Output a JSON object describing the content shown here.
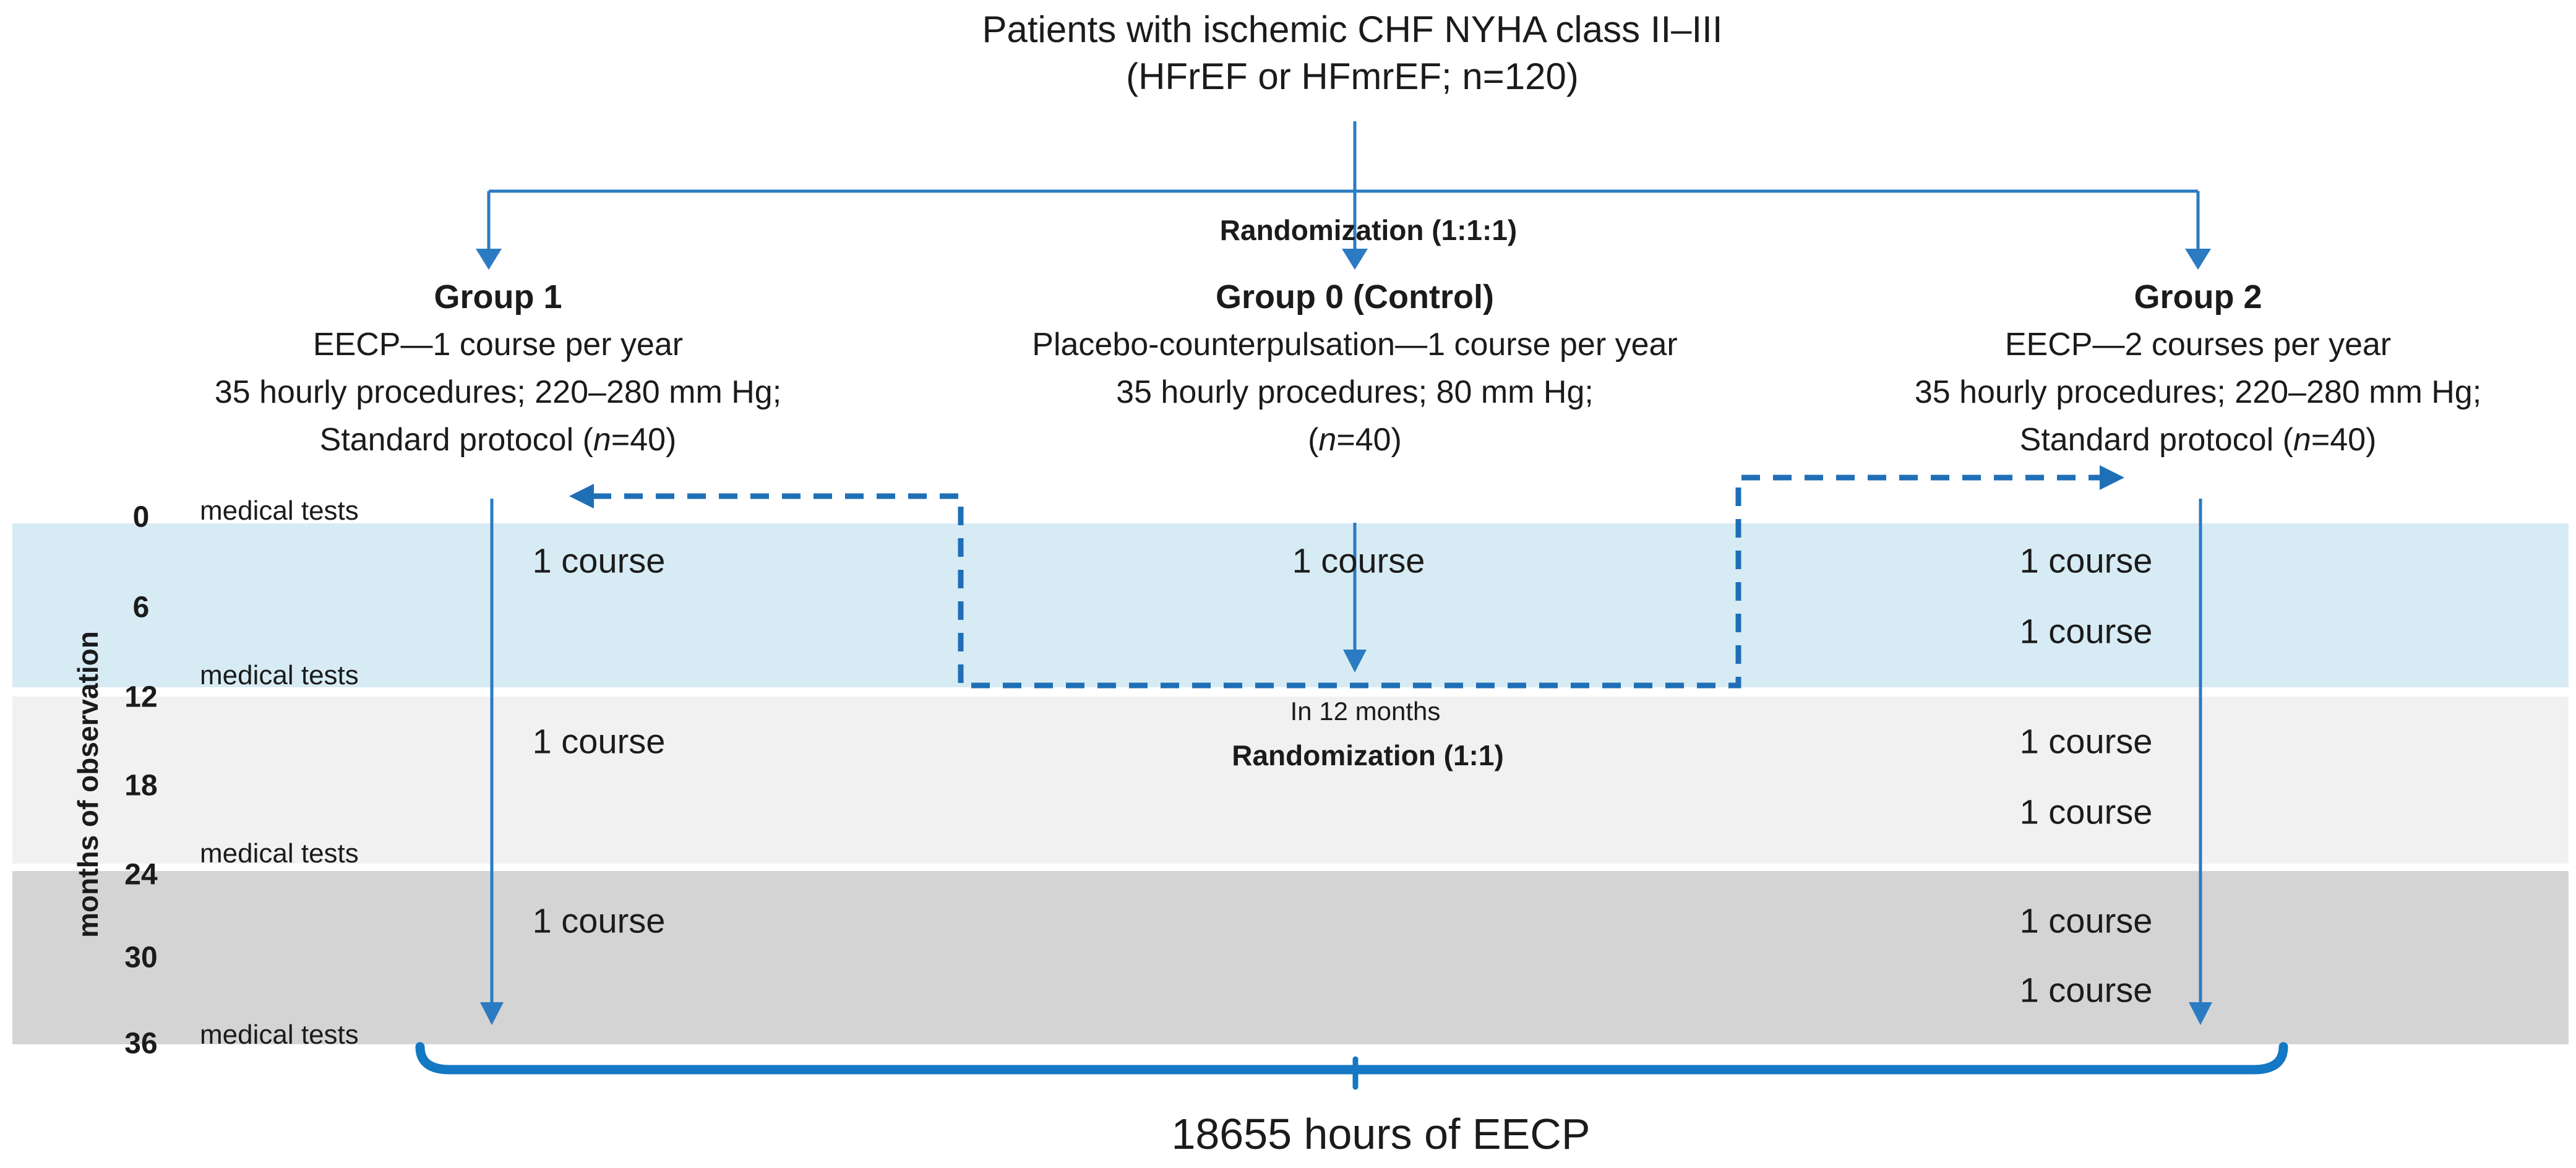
{
  "figure": {
    "title_line1": "Patients with ischemic CHF NYHA class II–III",
    "title_line2": "(HFrEF or HFmrEF; n=120)",
    "randomization_label": "Randomization (1:1:1)"
  },
  "groups": [
    {
      "header": "Group 1",
      "line1": "EECP—1 course per year",
      "line2": "35 hourly procedures; 220–280 mm Hg;",
      "line3_pre": "Standard protocol (",
      "line3_n": "n",
      "line3_post": "=40)"
    },
    {
      "header": "Group 0 (Control)",
      "line1": "Placebo-counterpulsation—1 course per year",
      "line2": "35 hourly procedures; 80 mm Hg;",
      "line3_pre": "(",
      "line3_n": "n",
      "line3_post": "=40)"
    },
    {
      "header": "Group 2",
      "line1": "EECP—2 courses per year",
      "line2": "35 hourly procedures; 220–280 mm Hg;",
      "line3_pre": "Standard protocol (",
      "line3_n": "n",
      "line3_post": "=40)"
    }
  ],
  "timeline": {
    "axis_label": "months of observation",
    "ticks": [
      "0",
      "6",
      "12",
      "18",
      "24",
      "30",
      "36"
    ],
    "medical_tests": [
      "medical tests",
      "medical tests",
      "medical tests",
      "medical tests"
    ]
  },
  "courses": {
    "group1": [
      "1 course",
      "1 course",
      "1 course"
    ],
    "group0": [
      "1 course"
    ],
    "group2": [
      "1 course",
      "1 course",
      "1 course",
      "1 course",
      "1 course",
      "1 course"
    ]
  },
  "interim": {
    "line1": "In 12 months",
    "line2": "Randomization (1:1)"
  },
  "summary": {
    "brace_label": "18655 hours of EECP"
  },
  "colors": {
    "line_blue": "#2b7bc2",
    "dash_blue": "#1f6fb7",
    "brace_blue": "#1478c4",
    "band_blue": "#d7ebf4",
    "band_gray_light": "#f1f1f1",
    "band_gray_dark": "#d4d4d4",
    "text": "#1b1b1b"
  }
}
